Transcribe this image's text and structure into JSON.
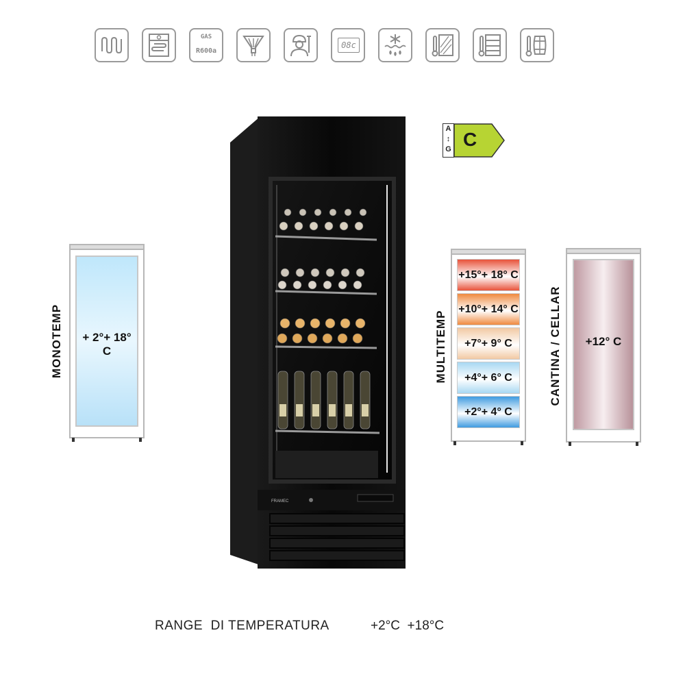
{
  "features": {
    "icons": [
      "heating-coil-icon",
      "evaporator-icon",
      "gas-r600a-icon",
      "led-lamp-icon",
      "service-technician-icon",
      "digital-display-icon",
      "defrost-icon",
      "thermometer-glass-door-icon",
      "thermometer-shelves-icon",
      "thermometer-barrel-icon"
    ],
    "gas_label": "GAS",
    "gas_value": "R600a",
    "display_value": "08c"
  },
  "energy_label": {
    "scale_top": "A",
    "scale_bottom": "G",
    "class": "C",
    "color": "#b7d433"
  },
  "diagrams": {
    "monotemp": {
      "label": "MONOTEMP",
      "range": "+ 2°+ 18° C"
    },
    "multitemp": {
      "label": "MULTITEMP",
      "zones": [
        {
          "text": "+15°+ 18° C",
          "color": "#e8533a"
        },
        {
          "text": "+10°+ 14° C",
          "color": "#ef8a3f"
        },
        {
          "text": "+7°+ 9° C",
          "color": "#f2c9a3"
        },
        {
          "text": "+4°+ 6° C",
          "color": "#a8d8f2"
        },
        {
          "text": "+2°+ 4° C",
          "color": "#3f9be0"
        }
      ]
    },
    "cellar": {
      "label": "CANTINA / CELLAR",
      "value": "+12° C"
    }
  },
  "fridge": {
    "brand": "FRAMEC"
  },
  "caption": {
    "label": "RANGE  DI TEMPERATURA",
    "value": "+2°C  +18°C"
  }
}
